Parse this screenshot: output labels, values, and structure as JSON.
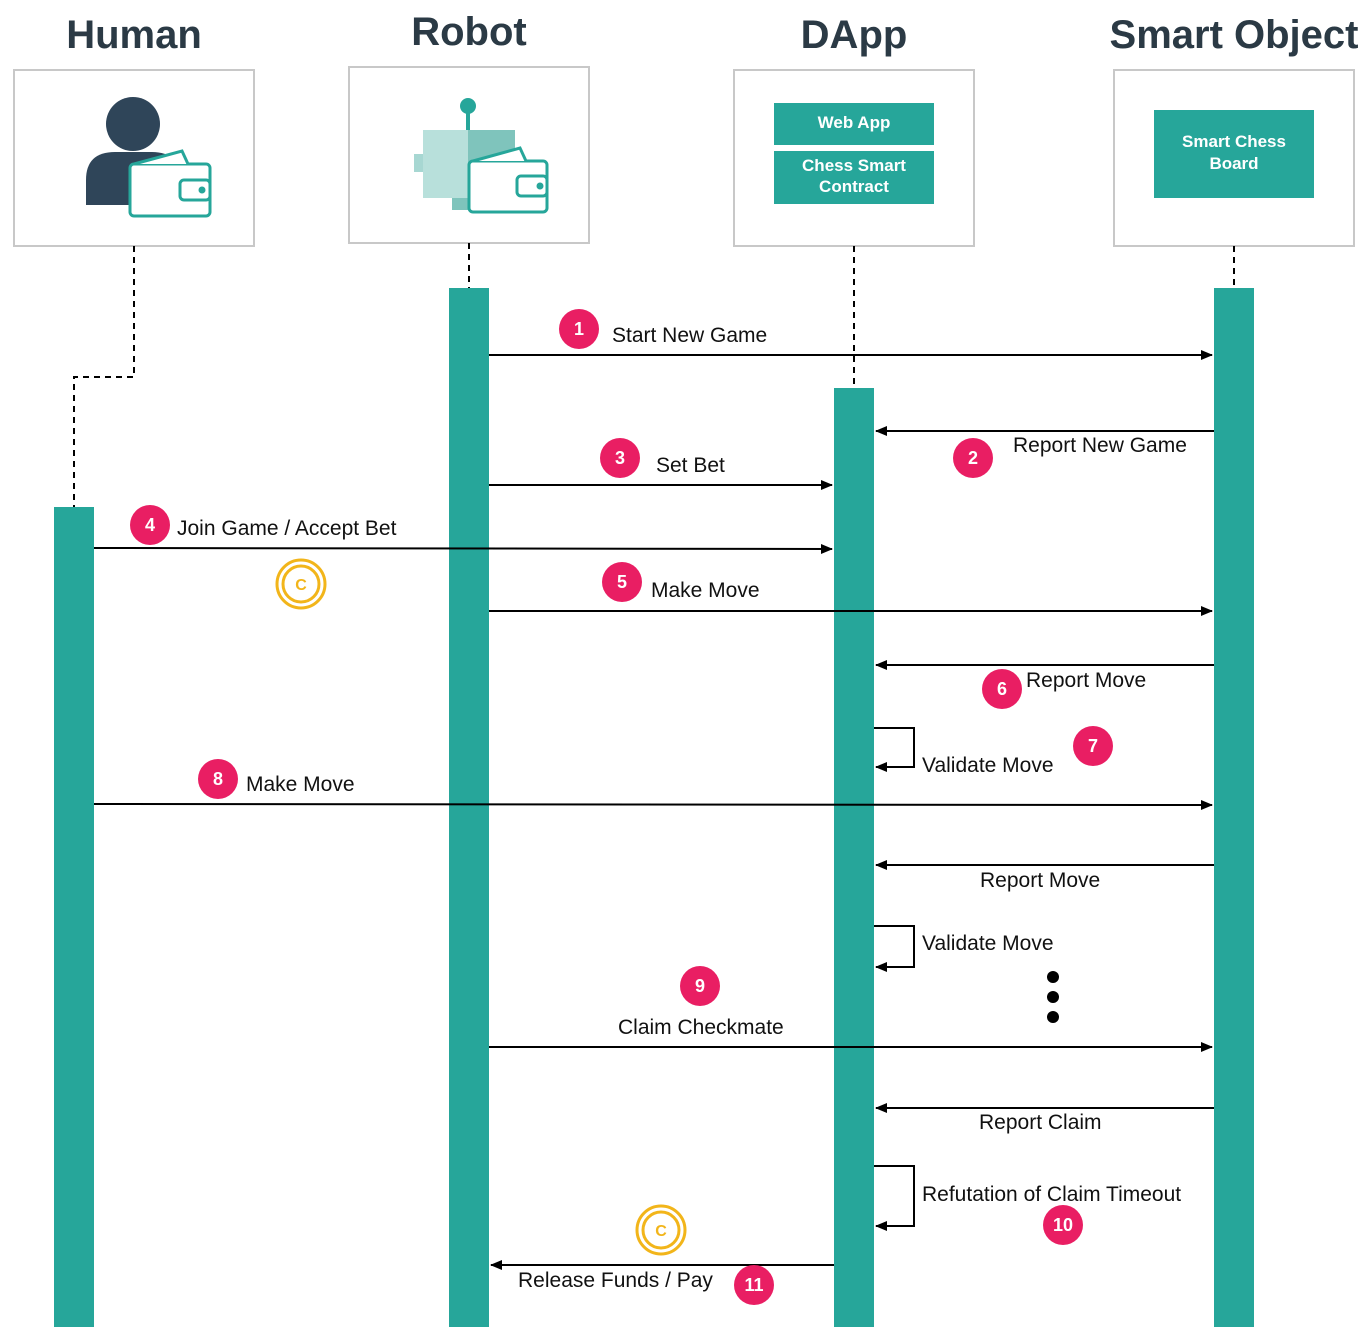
{
  "actors": {
    "human": {
      "title": "Human"
    },
    "robot": {
      "title": "Robot"
    },
    "dapp": {
      "title": "DApp",
      "web_app": "Web App",
      "contract_line1": "Chess Smart",
      "contract_line2": "Contract"
    },
    "smart_object": {
      "title": "Smart Object",
      "board_line1": "Smart Chess",
      "board_line2": "Board"
    }
  },
  "messages": {
    "m1": {
      "step": "1",
      "label": "Start New Game"
    },
    "m2": {
      "step": "2",
      "label": "Report New Game"
    },
    "m3": {
      "step": "3",
      "label": "Set Bet"
    },
    "m4": {
      "step": "4",
      "label": "Join Game / Accept Bet"
    },
    "m5": {
      "step": "5",
      "label": "Make Move"
    },
    "m6": {
      "step": "6",
      "label": "Report Move"
    },
    "m7": {
      "step": "7",
      "label": "Validate Move"
    },
    "m8": {
      "step": "8",
      "label": "Make Move"
    },
    "m8b": {
      "label": "Report Move"
    },
    "m8c": {
      "label": "Validate Move"
    },
    "m9": {
      "step": "9",
      "label": "Claim Checkmate"
    },
    "m9b": {
      "label": "Report Claim"
    },
    "m10": {
      "step": "10",
      "label": "Refutation of Claim Timeout"
    },
    "m11": {
      "step": "11",
      "label": "Release Funds / Pay"
    }
  },
  "coin_letter": "C",
  "colors": {
    "teal": "#26a69a",
    "badge": "#e91e63",
    "coin": "#f2b51a",
    "dark_person": "#2f4559",
    "title_text": "#2b3a45",
    "box_border": "#c8c8c8"
  },
  "icons": {
    "human": "person-with-wallet-icon",
    "robot": "robot-with-wallet-icon",
    "coin": "coin-icon"
  }
}
